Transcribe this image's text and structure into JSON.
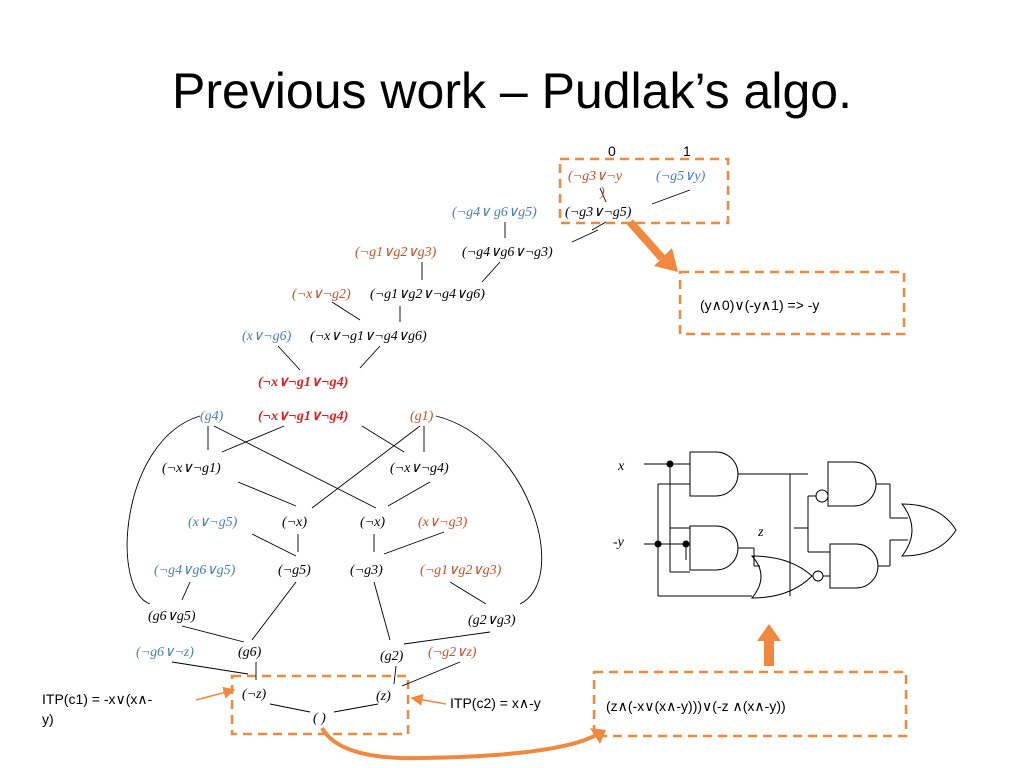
{
  "slide": {
    "title": "Previous work – Pudlak’s algo.",
    "top_labels": [
      "0",
      "1"
    ],
    "box_right": "(y∧0)∨(-y∧1) => -y",
    "box_bottom": "(z∧(-x∨(x∧-y)))∨(-z ∧(x∧-y))",
    "itp_left": [
      "ITP(c1) = -x∨(x∧-",
      "y)"
    ],
    "itp_right": "ITP(c2) = x∧-y",
    "circuit_labels": {
      "x": "x",
      "neg_y": "-y",
      "z": "z"
    }
  },
  "colors": {
    "orange": "#c8502a",
    "blue": "#4a7ebb",
    "red": "#e02020",
    "dashed": "#f0883e",
    "black": "#000000"
  },
  "nodes": {
    "top_left": "(¬g3∨¬y",
    "top_left_cont": ")",
    "top_right": "(¬g5∨y)",
    "r1_left": "(¬g4∨ g6∨g5)",
    "r1_right": "(¬g3∨¬g5)",
    "r2_left": "(¬g1∨g2∨g3)",
    "r2_right": "(¬g4∨g6∨¬g3)",
    "r3_left": "(¬x∨¬g2)",
    "r3_right": "(¬g1∨g2∨¬g4∨g6)",
    "r4_left": "(x∨¬g6)",
    "r4_right": "(¬x∨¬g1∨¬g4∨g6)",
    "red1": "(¬x∨¬g1∨¬g4)",
    "red2": "(¬x∨¬g1∨¬g4)",
    "g4": "(g4)",
    "g1": "(g1)",
    "nx_ng1": "(¬x∨¬g1)",
    "nx_ng4": "(¬x∨¬g4)",
    "x_ng5": "(x∨¬g5)",
    "nx_a": "(¬x)",
    "nx_b": "(¬x)",
    "x_ng3": "(x∨¬g3)",
    "ng4_g6_g5": "(¬g4∨g6∨g5)",
    "ng5": "(¬g5)",
    "ng3": "(¬g3)",
    "ng1_g2_g3": "(¬g1∨g2∨g3)",
    "g6_g5": "(g6∨g5)",
    "g2_g3": "(g2∨g3)",
    "ng6_nz": "(¬g6∨¬z)",
    "g6": "(g6)",
    "g2": "(g2)",
    "ng2_z": "(¬g2∨z)",
    "nz": "(¬z)",
    "z": "(z)",
    "empty": "( )"
  }
}
